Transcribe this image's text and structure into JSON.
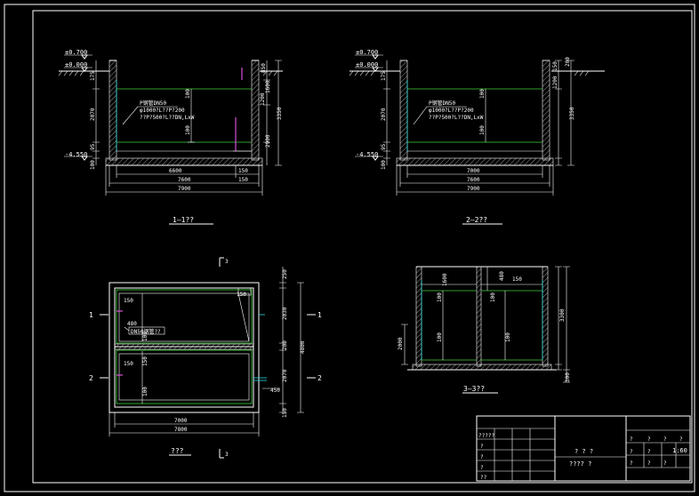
{
  "section_1": {
    "title": "1—1??",
    "elev_top": "±0.700",
    "elev_ground": "±0.000",
    "elev_bottom": "-4.550",
    "dims_left": [
      "175",
      "2070",
      "95",
      "100"
    ],
    "dims_inner": [
      "100",
      "100"
    ],
    "dims_right": [
      "1600",
      "1200",
      "2900",
      "850",
      "3350"
    ],
    "dim_inner_width": "6600",
    "dim_width_1": "7600",
    "dim_width_2": "7900",
    "dims_small": [
      "150",
      "150"
    ],
    "pipe_label_1": "P钢管DN50",
    "pipe_label_2": "φ1000?L??P?200",
    "pipe_label_3": "??P?500?L??DN,LxW"
  },
  "section_2": {
    "title": "2—2??",
    "elev_top": "±0.700",
    "elev_ground": "±0.000",
    "elev_bottom": "-4.550",
    "dims_left": [
      "175",
      "2070",
      "95",
      "100"
    ],
    "dims_inner": [
      "100",
      "100"
    ],
    "dims_right": [
      "150",
      "1200",
      "3350",
      "200"
    ],
    "dim_inner_width": "7000",
    "dim_width_1": "7600",
    "dim_width_2": "7900",
    "pipe_label_1": "P钢管DN50",
    "pipe_label_2": "φ1000?L??P?200",
    "pipe_label_3": "??P?500?L??DN,LxW"
  },
  "plan": {
    "title": "???",
    "cut_marks": [
      "1",
      "1",
      "2",
      "2"
    ],
    "section_refs": [
      "3",
      "3"
    ],
    "dims_right": [
      "250",
      "2030",
      "200",
      "2070",
      "150"
    ],
    "dim_total_height": "4800",
    "dims_inner": [
      "150",
      "480",
      "100",
      "150",
      "150",
      "100",
      "150"
    ],
    "dim_width_1": "7000",
    "dim_width_2": "7800",
    "dim_pipe": "450",
    "pipe_label": "DN50钢管??"
  },
  "section_3": {
    "title": "3—3??",
    "dims_top": [
      "1600",
      "480"
    ],
    "dims_inner": [
      "100",
      "100",
      "100",
      "100"
    ],
    "dims_left": [
      "2000"
    ],
    "dims_right": [
      "3300",
      "300"
    ],
    "dims_center": [
      "150"
    ]
  },
  "title_block": {
    "drawing_name": "? ? ?",
    "drawing_sub": "???? ?",
    "scale": "1:60",
    "rows_left": [
      "?????",
      "?",
      "?",
      "?",
      "??"
    ],
    "cells_right": [
      "?",
      "?",
      "?",
      "?",
      "?",
      "?",
      "?",
      "?",
      "?"
    ]
  }
}
